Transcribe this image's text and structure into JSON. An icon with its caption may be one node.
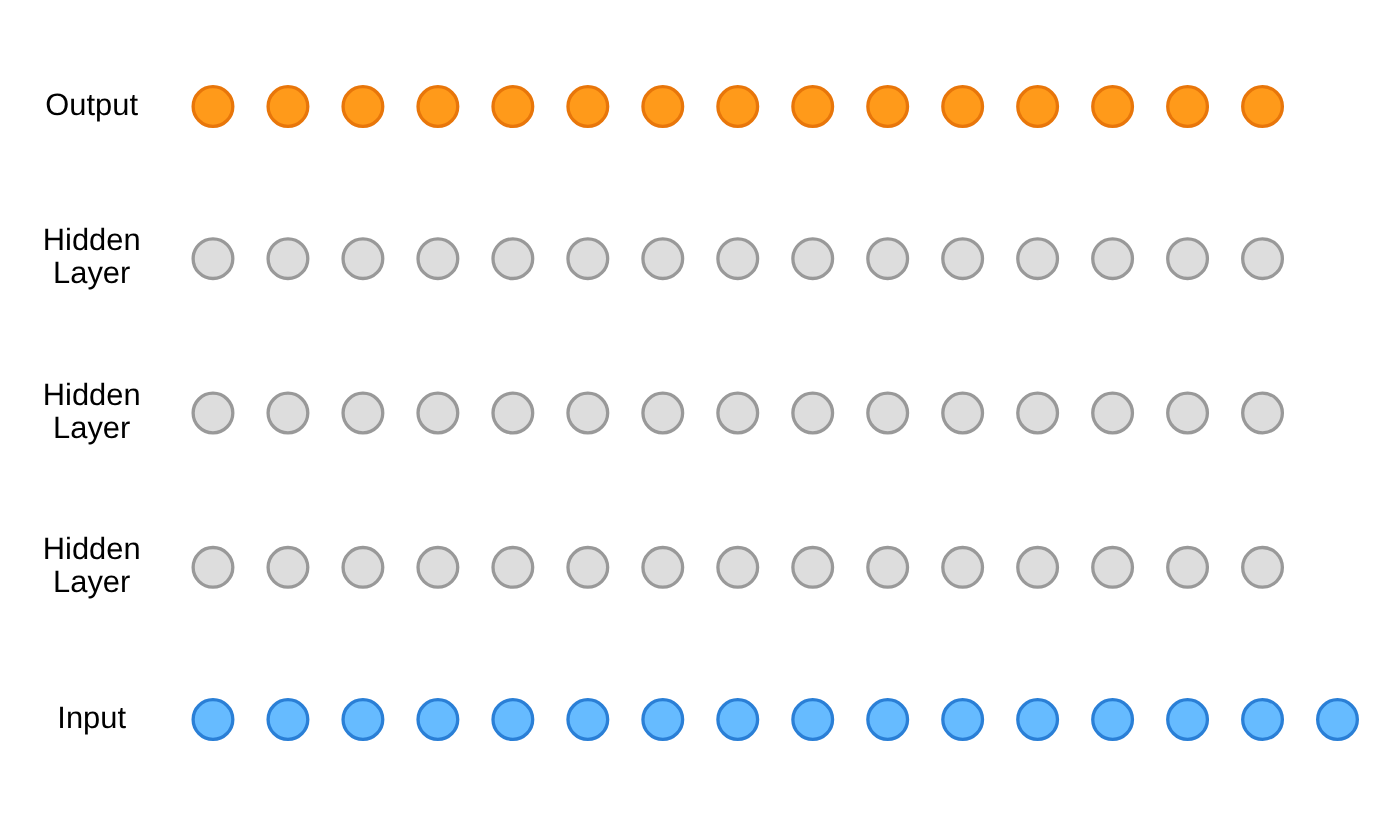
{
  "diagram": {
    "nodes": [
      {
        "text": [],
        "shape": "circle"
      },
      {
        "text": [],
        "shape": "circle"
      },
      {
        "text": [],
        "shape": "circle"
      },
      {
        "text": [],
        "shape": "circle"
      },
      {
        "text": [],
        "shape": "circle"
      },
      {
        "text": [],
        "shape": "circle"
      },
      {
        "text": [],
        "shape": "circle"
      },
      {
        "text": [],
        "shape": "circle"
      },
      {
        "text": [],
        "shape": "circle"
      },
      {
        "text": [],
        "shape": "circle"
      },
      {
        "text": [],
        "shape": "circle"
      },
      {
        "text": [],
        "shape": "circle"
      },
      {
        "text": [],
        "shape": "circle"
      },
      {
        "text": [],
        "shape": "circle"
      },
      {
        "text": [],
        "shape": "circle"
      },
      {
        "text": [],
        "shape": "circle"
      },
      {
        "text": [],
        "shape": "circle"
      },
      {
        "text": [],
        "shape": "circle"
      },
      {
        "text": [],
        "shape": "circle"
      },
      {
        "text": [],
        "shape": "circle"
      },
      {
        "text": [],
        "shape": "circle"
      },
      {
        "text": [],
        "shape": "circle"
      },
      {
        "text": [],
        "shape": "circle"
      },
      {
        "text": [],
        "shape": "circle"
      },
      {
        "text": [],
        "shape": "circle"
      },
      {
        "text": [],
        "shape": "circle"
      },
      {
        "text": [],
        "shape": "circle"
      },
      {
        "text": [],
        "shape": "circle"
      },
      {
        "text": [],
        "shape": "circle"
      },
      {
        "text": [],
        "shape": "circle"
      },
      {
        "text": [],
        "shape": "circle"
      },
      {
        "text": [],
        "shape": "circle"
      },
      {
        "text": [],
        "shape": "circle"
      },
      {
        "text": [],
        "shape": "circle"
      },
      {
        "text": [],
        "shape": "circle"
      },
      {
        "text": [],
        "shape": "circle"
      },
      {
        "text": [],
        "shape": "circle"
      },
      {
        "text": [],
        "shape": "circle"
      },
      {
        "text": [],
        "shape": "circle"
      },
      {
        "text": [],
        "shape": "circle"
      },
      {
        "text": [],
        "shape": "circle"
      },
      {
        "text": [],
        "shape": "circle"
      },
      {
        "text": [],
        "shape": "circle"
      },
      {
        "text": [],
        "shape": "circle"
      },
      {
        "text": [],
        "shape": "circle"
      },
      {
        "text": [],
        "shape": "circle"
      },
      {
        "text": [],
        "shape": "circle"
      },
      {
        "text": [],
        "shape": "circle"
      },
      {
        "text": [],
        "shape": "circle"
      },
      {
        "text": [],
        "shape": "circle"
      },
      {
        "text": [],
        "shape": "circle"
      },
      {
        "text": [],
        "shape": "circle"
      },
      {
        "text": [],
        "shape": "circle"
      },
      {
        "text": [],
        "shape": "circle"
      },
      {
        "text": [],
        "shape": "circle"
      },
      {
        "text": [],
        "shape": "circle"
      },
      {
        "text": [],
        "shape": "circle"
      },
      {
        "text": [],
        "shape": "circle"
      },
      {
        "text": [],
        "shape": "circle"
      },
      {
        "text": [],
        "shape": "circle"
      },
      {
        "text": [],
        "shape": "circle"
      },
      {
        "text": [],
        "shape": "circle"
      },
      {
        "text": [],
        "shape": "circle"
      },
      {
        "text": [],
        "shape": "circle"
      },
      {
        "text": [],
        "shape": "circle"
      },
      {
        "text": [],
        "shape": "circle"
      },
      {
        "text": [],
        "shape": "circle"
      },
      {
        "text": [],
        "shape": "circle"
      },
      {
        "text": [],
        "shape": "circle"
      },
      {
        "text": [],
        "shape": "circle"
      },
      {
        "text": [],
        "shape": "circle"
      },
      {
        "text": [],
        "shape": "circle"
      },
      {
        "text": [],
        "shape": "circle"
      },
      {
        "text": [],
        "shape": "circle"
      },
      {
        "text": [],
        "shape": "circle"
      },
      {
        "text": [],
        "shape": "circle"
      }
    ],
    "edges": [],
    "labels": [
      "Output",
      "Hidden Layer",
      "Hidden Layer",
      "Hidden Layer",
      "Input"
    ]
  }
}
